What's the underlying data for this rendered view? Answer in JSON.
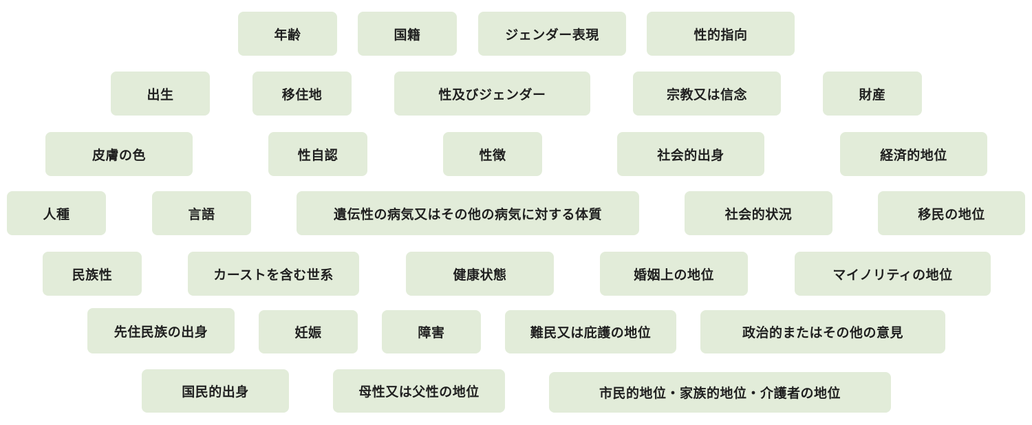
{
  "colors": {
    "tile_background": "#e2ecd9",
    "text": "#1f1f1f",
    "page_background": "#ffffff"
  },
  "rows": [
    [
      "年齢",
      "国籍",
      "ジェンダー表現",
      "性的指向"
    ],
    [
      "出生",
      "移住地",
      "性及びジェンダー",
      "宗教又は信念",
      "財産"
    ],
    [
      "皮膚の色",
      "性自認",
      "性徴",
      "社会的出身",
      "経済的地位"
    ],
    [
      "人種",
      "言語",
      "遺伝性の病気又はその他の病気に対する体質",
      "社会的状況",
      "移民の地位"
    ],
    [
      "民族性",
      "カーストを含む世系",
      "健康状態",
      "婚姻上の地位",
      "マイノリティの地位"
    ],
    [
      "先住民族の出身",
      "妊娠",
      "障害",
      "難民又は庇護の地位",
      "政治的またはその他の意見"
    ],
    [
      "国民的出身",
      "母性又は父性の地位",
      "市民的地位・家族的地位・介護者の地位"
    ]
  ]
}
